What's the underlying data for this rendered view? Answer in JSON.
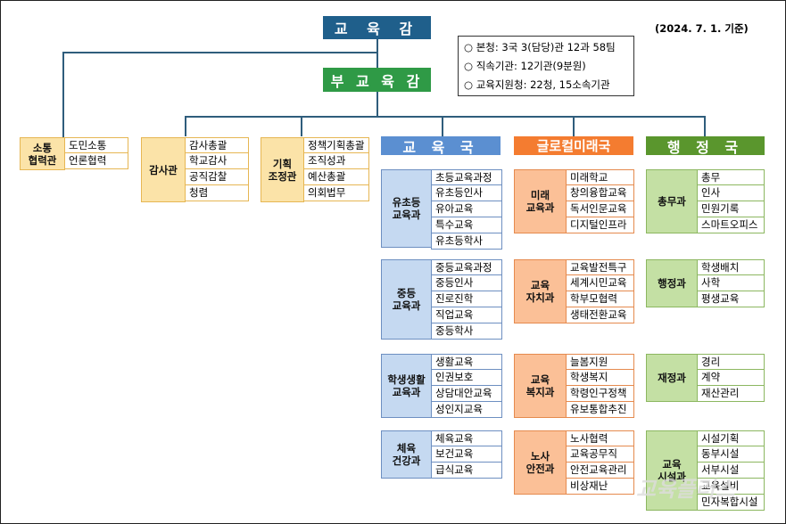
{
  "header": {
    "superintendent": "교 육 감",
    "vice_superintendent": "부 교 육 감",
    "date_note": "(2024. 7. 1. 기준)"
  },
  "info_box": [
    "○ 본청: 3국 3(담당)관 12과 58팀",
    "○ 직속기관: 12기관(9분원)",
    "○ 교육지원청: 22청, 15소속기관"
  ],
  "offices": {
    "communication": {
      "name": "소통\n협력관",
      "items": [
        "도민소통",
        "언론협력"
      ]
    },
    "audit": {
      "name": "감사관",
      "items": [
        "감사총괄",
        "학교감사",
        "공직감찰",
        "청렴"
      ]
    },
    "planning": {
      "name": "기획\n조정관",
      "items": [
        "정책기획총괄",
        "조직성과",
        "예산총괄",
        "의회법무"
      ]
    }
  },
  "bureaus": {
    "education": {
      "title": "교 육 국",
      "sections": [
        {
          "name": "유초등\n교육과",
          "items": [
            "초등교육과정",
            "유초등인사",
            "유아교육",
            "특수교육",
            "유초등학사"
          ]
        },
        {
          "name": "중등\n교육과",
          "items": [
            "중등교육과정",
            "중등인사",
            "진로진학",
            "직업교육",
            "중등학사"
          ]
        },
        {
          "name": "학생생활\n교육과",
          "items": [
            "생활교육",
            "인권보호",
            "상담대안교육",
            "성인지교육"
          ]
        },
        {
          "name": "체육\n건강과",
          "items": [
            "체육교육",
            "보건교육",
            "급식교육"
          ]
        }
      ]
    },
    "global_future": {
      "title": "글로컬미래국",
      "sections": [
        {
          "name": "미래\n교육과",
          "items": [
            "미래학교",
            "창의융합교육",
            "독서인문교육",
            "디지털인프라"
          ]
        },
        {
          "name": "교육\n자치과",
          "items": [
            "교육발전특구",
            "세계시민교육",
            "학부모협력",
            "생태전환교육"
          ]
        },
        {
          "name": "교육\n복지과",
          "items": [
            "늘봄지원",
            "학생복지",
            "학령인구정책",
            "유보통합추진"
          ]
        },
        {
          "name": "노사\n안전과",
          "items": [
            "노사협력",
            "교육공무직",
            "안전교육관리",
            "비상재난"
          ]
        }
      ]
    },
    "administration": {
      "title": "행 정 국",
      "sections": [
        {
          "name": "총무과",
          "items": [
            "총무",
            "인사",
            "민원기록",
            "스마트오피스"
          ]
        },
        {
          "name": "행정과",
          "items": [
            "학생배치",
            "사학",
            "평생교육"
          ]
        },
        {
          "name": "재정과",
          "items": [
            "경리",
            "계약",
            "재산관리"
          ]
        },
        {
          "name": "교육\n시설과",
          "items": [
            "시설기획",
            "동부시설",
            "서부시설",
            "교육설비",
            "민자복합시설"
          ]
        }
      ]
    }
  },
  "colors": {
    "superintendent": "#1f5f8b",
    "vice": "#2f9a46",
    "education_bureau": "#5b8fd1",
    "global_bureau": "#f47c30",
    "admin_bureau": "#5a962d",
    "connector": "#2f5d7c"
  },
  "watermark": "교육플러스"
}
